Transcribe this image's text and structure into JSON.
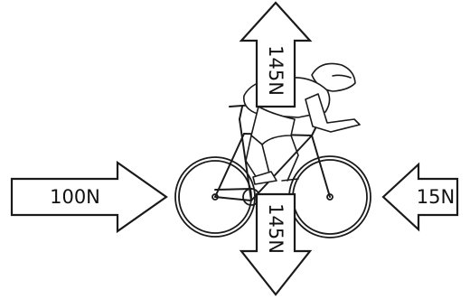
{
  "forces": {
    "up": {
      "label": "145N",
      "direction": "up"
    },
    "down": {
      "label": "145N",
      "direction": "down"
    },
    "left": {
      "label": "100N",
      "direction": "right"
    },
    "right": {
      "label": "15N",
      "direction": "left"
    }
  }
}
